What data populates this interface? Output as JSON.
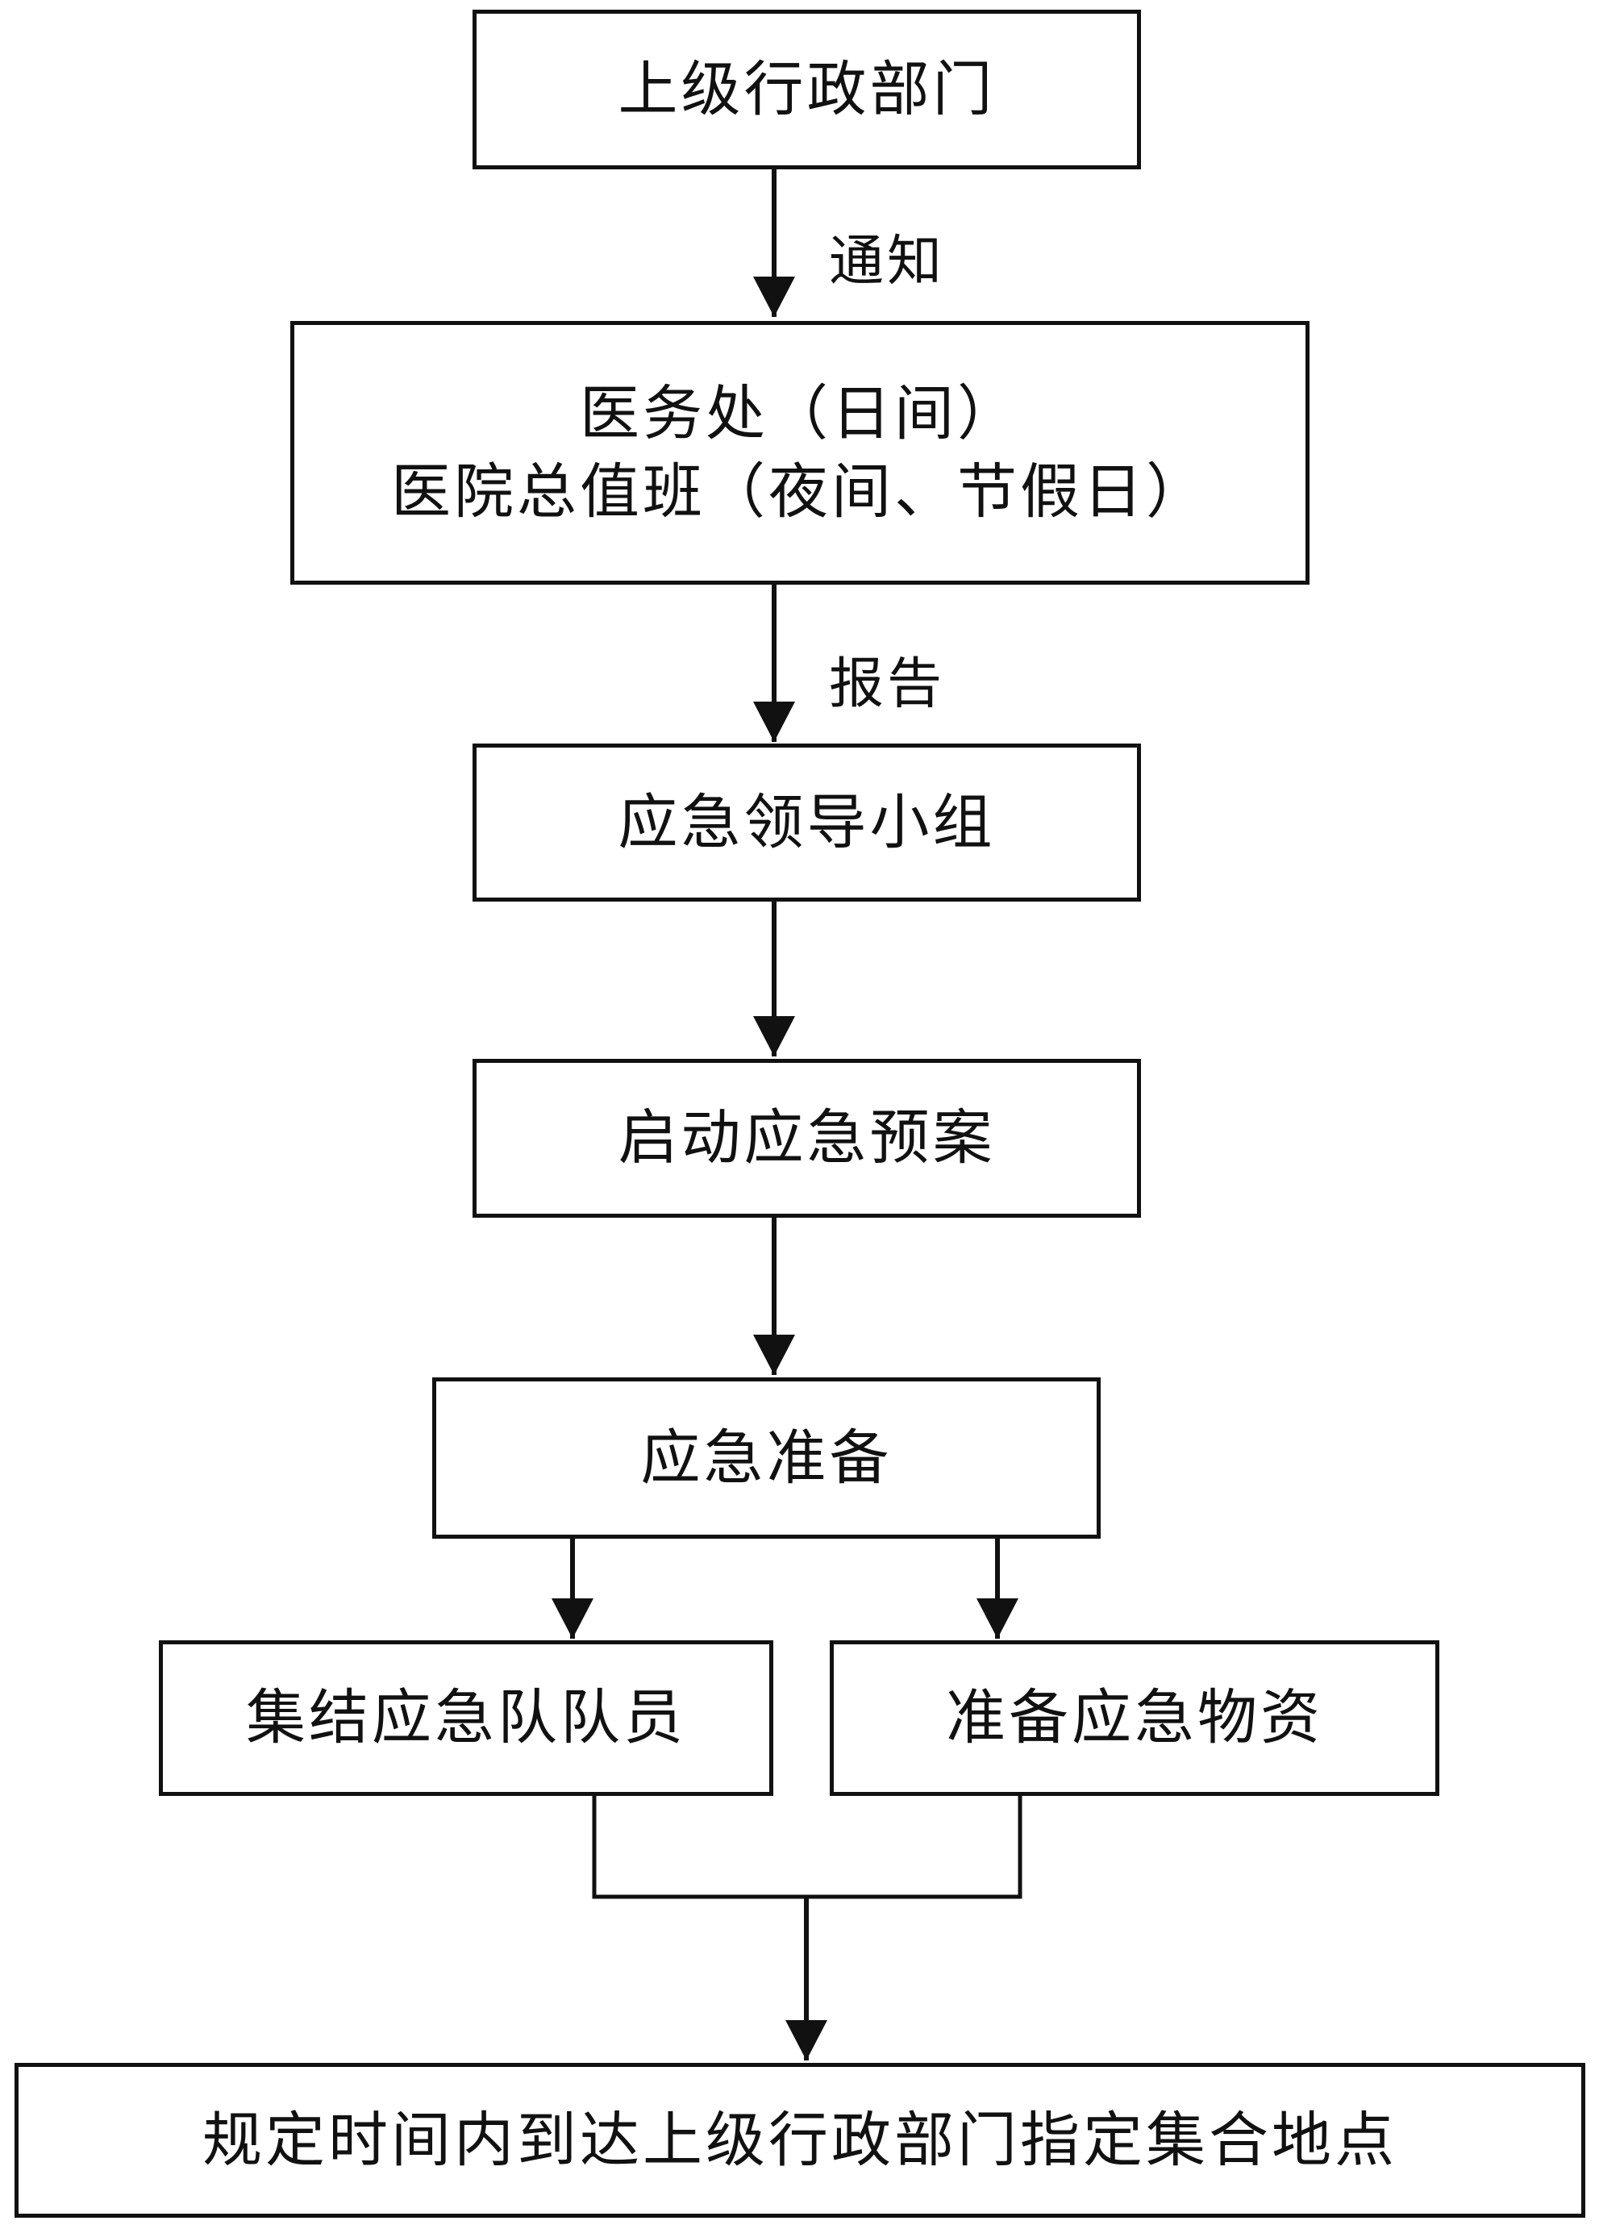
{
  "nodes": {
    "superior_dept": {
      "text": "上级行政部门"
    },
    "medical_office": {
      "line1": "医务处（日间）",
      "line2": "医院总值班（夜间、节假日）"
    },
    "leading_group": {
      "text": "应急领导小组"
    },
    "start_plan": {
      "text": "启动应急预案"
    },
    "emergency_prep": {
      "text": "应急准备"
    },
    "assemble_team": {
      "text": "集结应急队队员"
    },
    "prepare_supplies": {
      "text": "准备应急物资"
    },
    "arrive_location": {
      "text": "规定时间内到达上级行政部门指定集合地点"
    }
  },
  "edge_labels": {
    "notify": "通知",
    "report": "报告"
  }
}
